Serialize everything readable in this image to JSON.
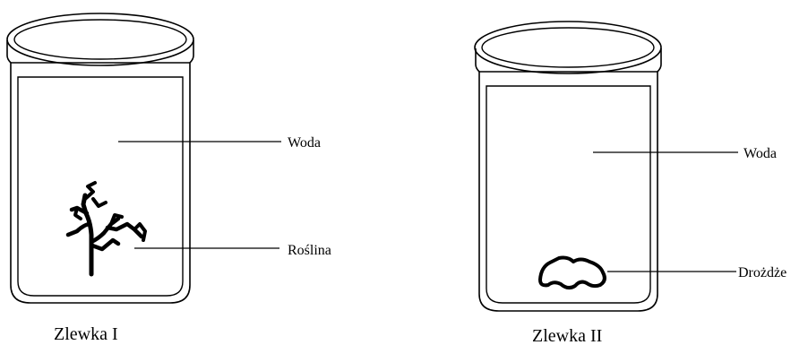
{
  "beakers": [
    {
      "caption": "Zlewka I",
      "labels": {
        "water": "Woda",
        "content": "Roślina"
      },
      "content_icon": "plant-icon"
    },
    {
      "caption": "Zlewka II",
      "labels": {
        "water": "Woda",
        "content": "Drożdże"
      },
      "content_icon": "yeast-blob-icon"
    }
  ]
}
